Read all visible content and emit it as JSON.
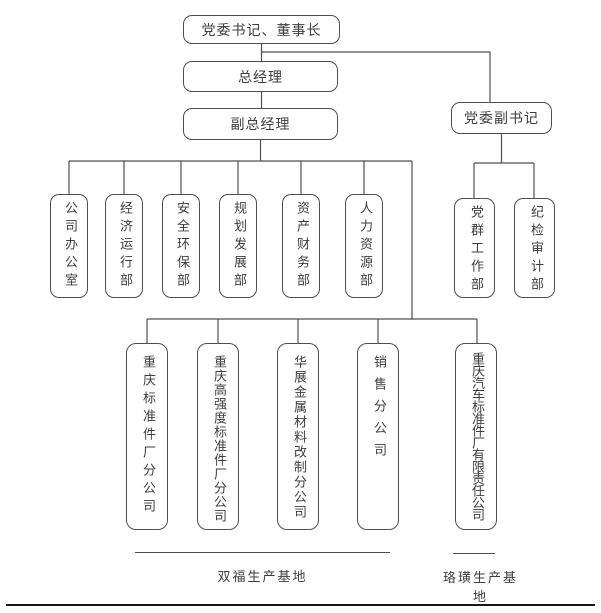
{
  "ink_color": "#4f4f4f",
  "nodes": {
    "chairman": "党委书记、董事长",
    "general_manager": "总经理",
    "deputy_general_manager": "副总经理",
    "deputy_party_secretary": "党委副书记"
  },
  "departments": [
    "公司办公室",
    "经济运行部",
    "安全环保部",
    "规划发展部",
    "资产财务部",
    "人力资源部"
  ],
  "party_departments": [
    "党群工作部",
    "纪检审计部"
  ],
  "branches": [
    "重庆标准件厂分公司",
    "重庆高强度标准件厂分公司",
    "华展金属材料改制分公司",
    "销售分公司",
    "重庆汽车标准件厂有限责任公司"
  ],
  "bases": [
    "双福生产基地",
    "珞璜生产基地"
  ]
}
